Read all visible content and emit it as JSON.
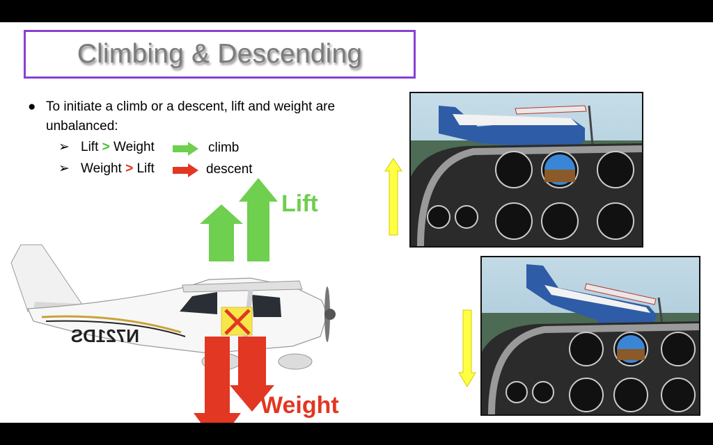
{
  "slide": {
    "title": "Climbing & Descending",
    "bullet": "To initiate a climb or a descent, lift and weight are unbalanced:",
    "rows": [
      {
        "left": "Lift",
        "gt": ">",
        "right": "Weight",
        "result": "climb"
      },
      {
        "left": "Weight",
        "gt": ">",
        "right": "Lift",
        "result": "descent"
      }
    ],
    "force_labels": {
      "lift": "Lift",
      "weight": "Weight"
    },
    "aircraft_tail_number": "N721DS"
  },
  "colors": {
    "lift": "#6fcf4f",
    "weight": "#e23722",
    "frame": "#8a3fd4",
    "motion_arrow": "#ffff44"
  },
  "icons": {
    "bullet": "filled-circle",
    "sub_bullet": "arrowhead-bullet",
    "climb_arrow": "green-right-arrow",
    "descent_arrow": "red-right-arrow"
  }
}
